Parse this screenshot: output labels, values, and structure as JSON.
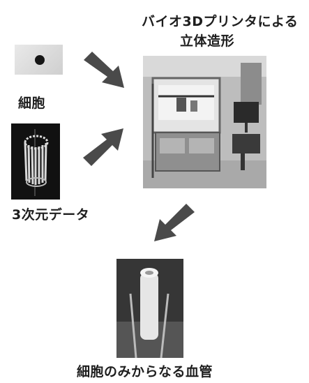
{
  "labels": {
    "printer_title_line1": "バイオ3Dプリンタによる",
    "printer_title_line2": "立体造形",
    "cell": "細胞",
    "data3d": "3次元データ",
    "vessel": "細胞のみからなる血管"
  },
  "icons": {
    "cell_image": "cell-photo",
    "model_image": "3d-tube-model",
    "printer_image": "bio-3d-printer-photo",
    "vessel_image": "vessel-on-tweezers-photo",
    "arrow": "arrow-down-right / arrow-up-right / arrow-down-left"
  },
  "colors": {
    "arrow_fill": "#4a4a4a",
    "text": "#1e1e1e",
    "background": "#ffffff"
  }
}
